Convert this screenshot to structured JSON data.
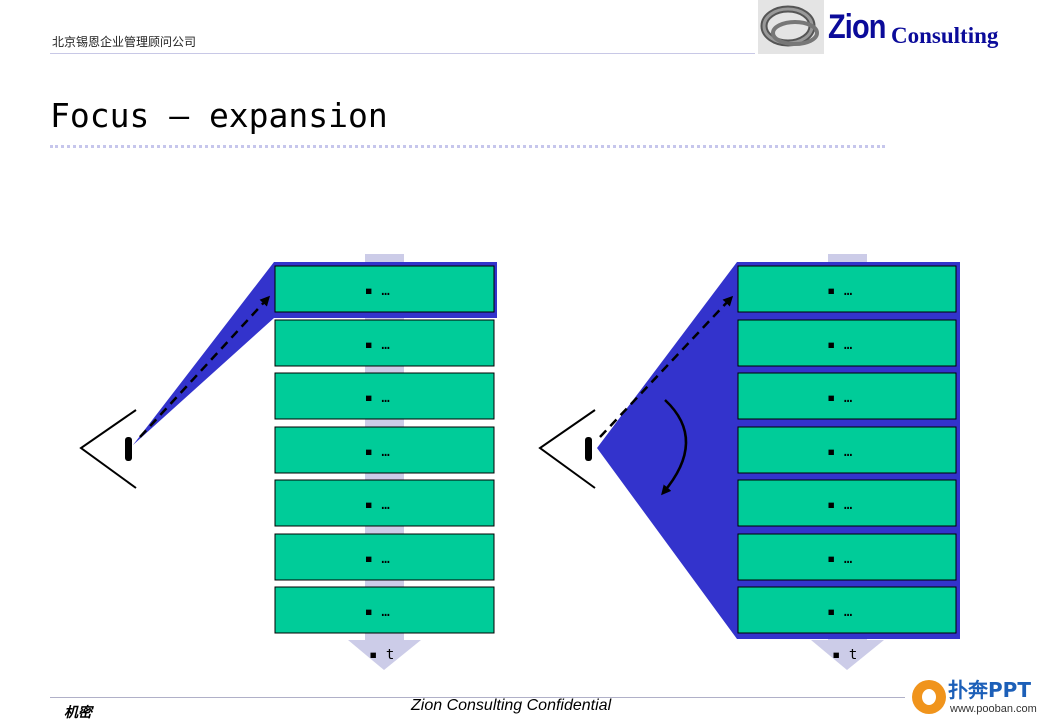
{
  "header": {
    "company": "北京锡恩企业管理顾问公司",
    "logo_word": "Zion",
    "logo_consulting": "Consulting"
  },
  "title": "Focus – expansion",
  "diagram": {
    "box_label": "▪ …",
    "time_label": "▪ t",
    "colors": {
      "box_fill": "#00cc99",
      "wedge_fill": "#3333cc",
      "spine": "#cccce8",
      "box_border": "#000000"
    }
  },
  "footer": {
    "secret": "机密",
    "confidential": "Zion Consulting Confidential"
  },
  "watermark": {
    "brand": "扑奔PPT",
    "url": "www.pooban.com"
  }
}
